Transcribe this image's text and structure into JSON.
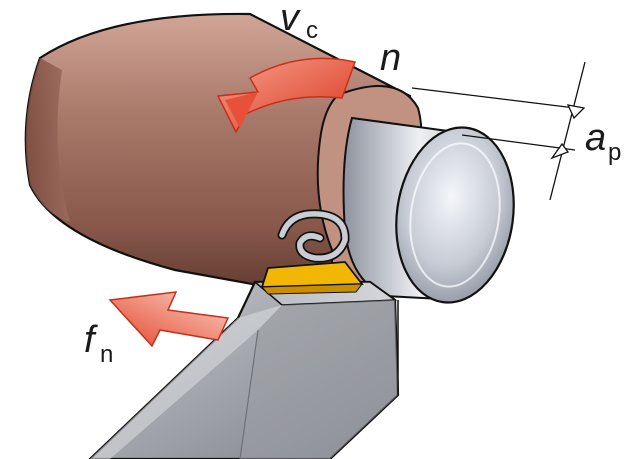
{
  "labels": {
    "cutting_speed": {
      "symbol": "v",
      "subscript": "c"
    },
    "spindle_speed": {
      "symbol": "n"
    },
    "depth_of_cut": {
      "symbol": "a",
      "subscript": "p"
    },
    "feed": {
      "symbol": "f",
      "subscript": "n"
    }
  },
  "colors": {
    "workpiece": "#a9796a",
    "workpiece_dark": "#6f4237",
    "workpiece_light": "#c99b8b",
    "machined_surface": "#c8cdd6",
    "insert": "#f2b705",
    "holder": "#9a9da3",
    "arrow": "#e8503a",
    "outline": "#111111"
  },
  "icons": [
    "rotation-arrow-icon",
    "feed-arrow-icon",
    "chip-icon"
  ]
}
